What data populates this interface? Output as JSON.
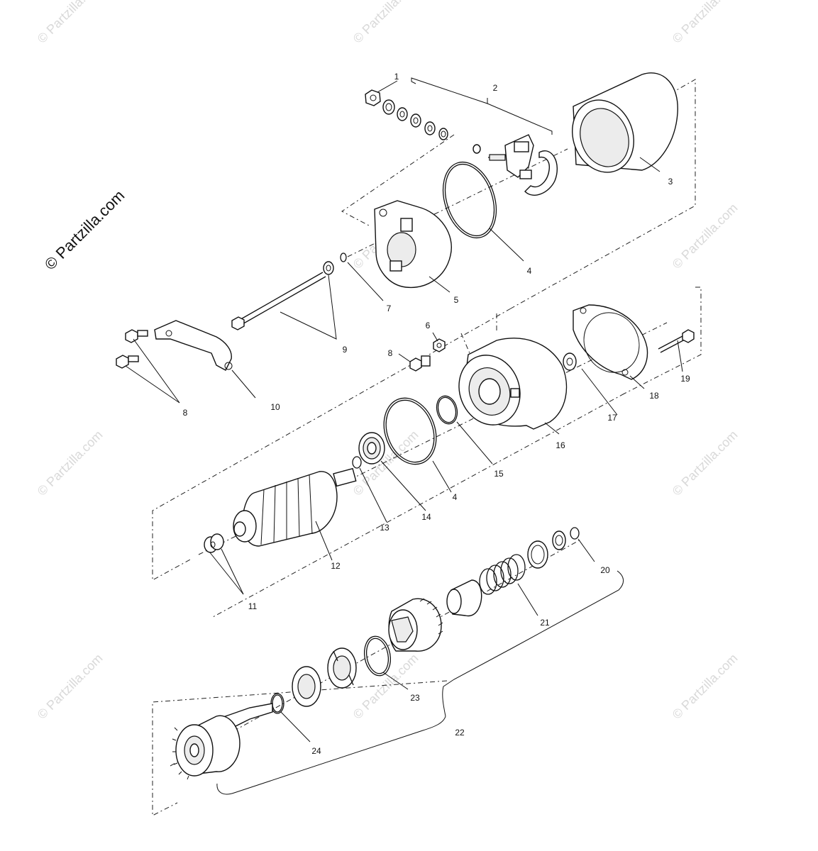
{
  "watermark": {
    "main": "© Partzilla.com",
    "repeat": "© Partzilla.com"
  },
  "callouts": {
    "c1": "1",
    "c2": "2",
    "c3": "3",
    "c4a": "4",
    "c5": "5",
    "c6": "6",
    "c7": "7",
    "c8a": "8",
    "c8b": "8",
    "c9": "9",
    "c10": "10",
    "c11": "11",
    "c12": "12",
    "c13": "13",
    "c14": "14",
    "c4b": "4",
    "c15": "15",
    "c16": "16",
    "c17": "17",
    "c18": "18",
    "c19": "19",
    "c20": "20",
    "c21": "21",
    "c22": "22",
    "c23": "23",
    "c24": "24"
  }
}
